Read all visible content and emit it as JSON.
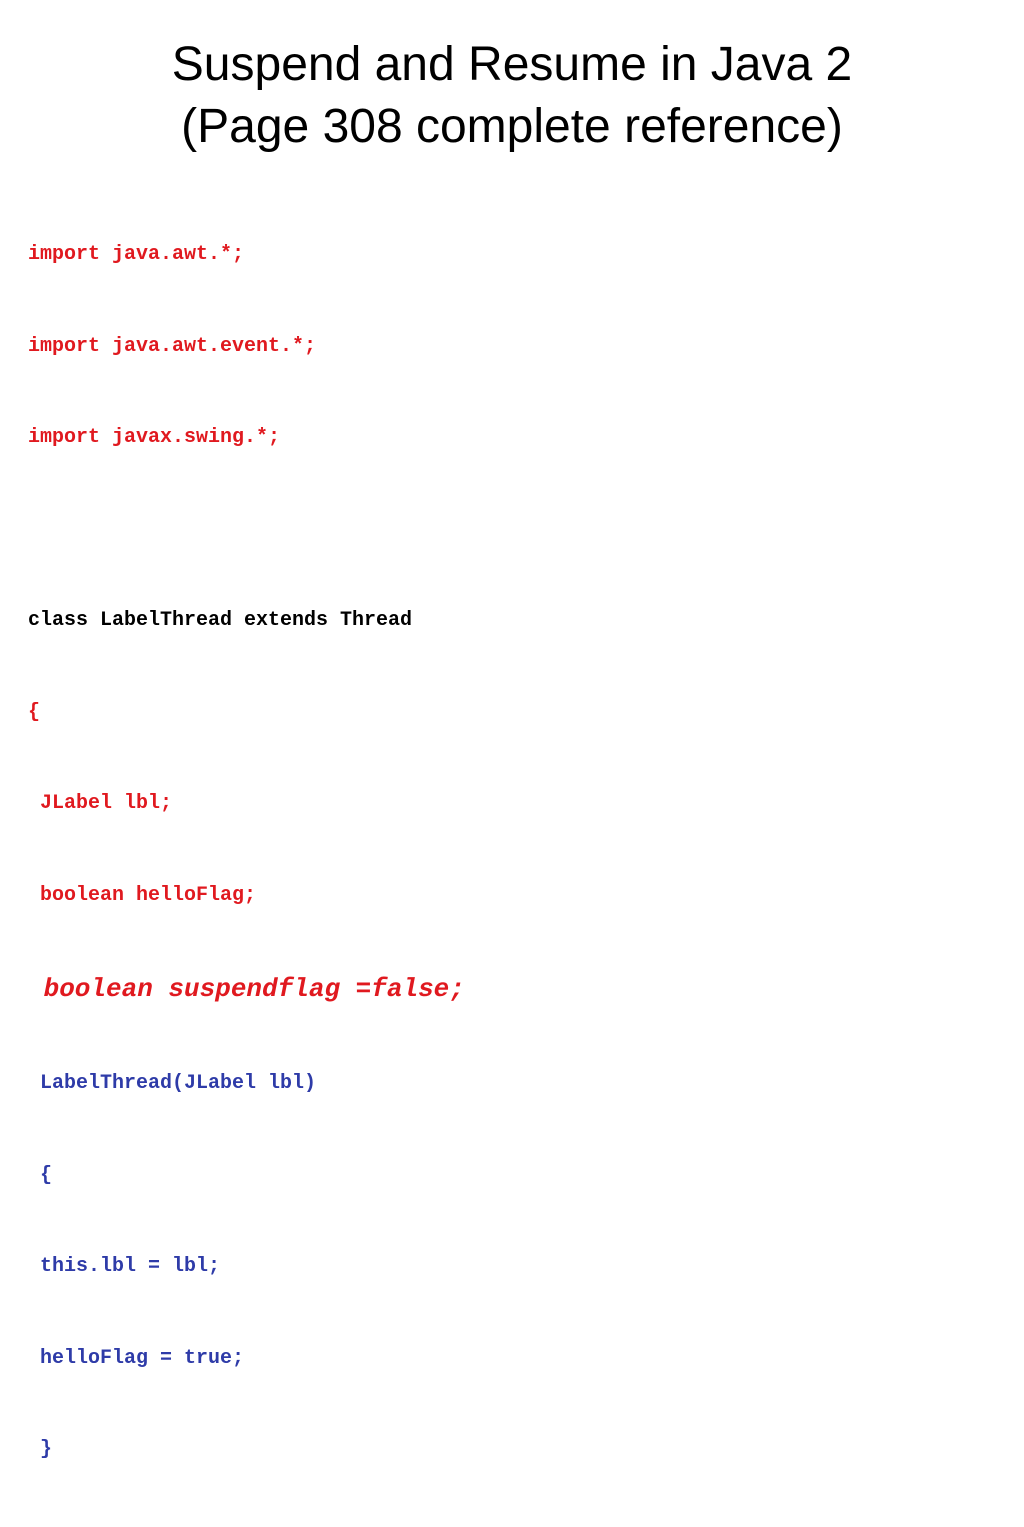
{
  "slide": {
    "title_lines": [
      "Suspend and Resume in Java 2",
      "(Page 308 complete reference)"
    ],
    "code_lines": [
      {
        "text": "import java.awt.*;",
        "color": "#e0191f"
      },
      {
        "text": "import java.awt.event.*;",
        "color": "#e0191f"
      },
      {
        "text": "import javax.swing.*;",
        "color": "#e0191f"
      },
      {
        "text": "",
        "color": "#000000"
      },
      {
        "text": "class LabelThread extends Thread",
        "color": "#000000"
      },
      {
        "text": "{",
        "color": "#e0191f"
      },
      {
        "text": " JLabel lbl;",
        "color": "#e0191f"
      },
      {
        "text": " boolean helloFlag;",
        "color": "#e0191f"
      },
      {
        "text": " boolean suspendflag =false;",
        "color": "#e0191f",
        "emphasis": "large-italic"
      },
      {
        "text": " LabelThread(JLabel lbl)",
        "color": "#2e3ba8"
      },
      {
        "text": " {",
        "color": "#2e3ba8"
      },
      {
        "text": " this.lbl = lbl;",
        "color": "#2e3ba8"
      },
      {
        "text": " helloFlag = true;",
        "color": "#2e3ba8"
      },
      {
        "text": " }",
        "color": "#2e3ba8"
      }
    ]
  }
}
